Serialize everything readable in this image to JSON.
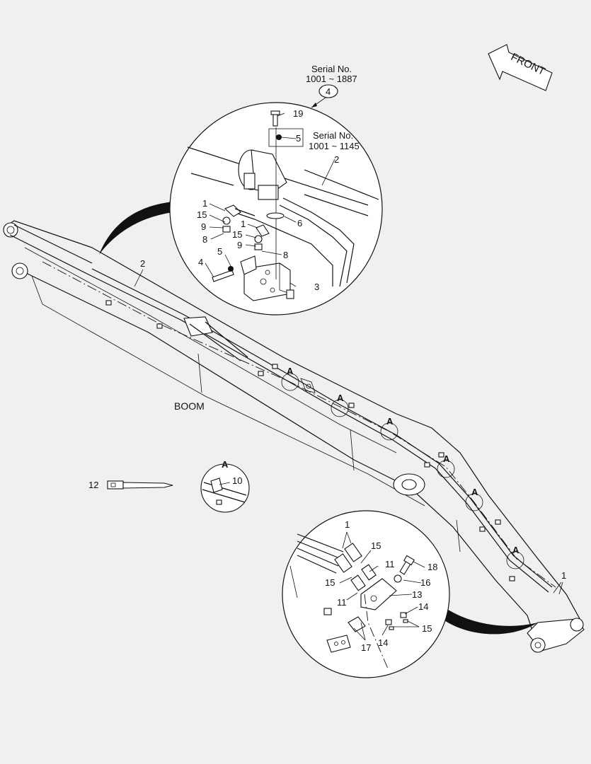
{
  "diagram": {
    "front_label": "FRONT",
    "boom_label": "BOOM",
    "serial_top_label": "Serial No.",
    "serial_top_range": "1001 ~ 1887",
    "serial_top_callout": "4",
    "serial_inner_label": "Serial No.",
    "serial_inner_range": "1001 ~ 1145",
    "clamp_marker": "A",
    "callouts": {
      "p1": "1",
      "p2": "2",
      "p3": "3",
      "p4": "4",
      "p5": "5",
      "p6": "6",
      "p8": "8",
      "p9": "9",
      "p10": "10",
      "p11": "11",
      "p12": "12",
      "p13": "13",
      "p14": "14",
      "p15": "15",
      "p16": "16",
      "p17": "17",
      "p18": "18",
      "p19": "19"
    }
  }
}
